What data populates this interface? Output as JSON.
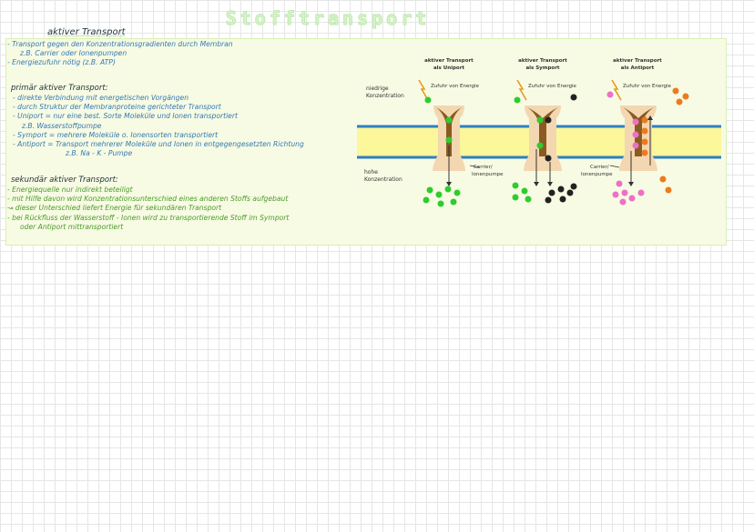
{
  "title": "Stofftransport",
  "section_heading": "aktiver Transport",
  "intro": [
    "- Transport gegen den Konzentrationsgradienten durch Membran",
    "z.B. Carrier oder Ionenpumpen",
    "- Energiezufuhr nötig (z.B. ATP)"
  ],
  "primary": {
    "heading": "primär aktiver Transport:",
    "lines": [
      "- direkte Verbindung mit energetischen Vorgängen",
      "- durch Struktur der Membranproteine gerichteter Transport",
      "- Uniport = nur eine best. Sorte Moleküle und Ionen transportiert",
      "z.B. Wasserstoffpumpe",
      "- Symport = mehrere Moleküle o. Ionensorten transportiert",
      "- Antiport = Transport mehrerer Moleküle und Ionen in entgegengesetzten Richtung",
      "z.B. Na - K - Pumpe"
    ]
  },
  "secondary": {
    "heading": "sekundär aktiver Transport:",
    "lines": [
      "- Energiequelle nur indirekt beteiligt",
      "- mit Hilfe davon wird Konzentrationsunterschied eines anderen Stoffs aufgebaut",
      "↝ dieser Unterschied liefert Energie für sekundären Transport",
      "- bei Rückfluss der Wasserstoff - Ionen wird zu transportierende Stoff im Symport",
      "oder Antiport mittransportiert"
    ]
  },
  "diagram": {
    "low_concentration": [
      "niedrige",
      "Konzentration"
    ],
    "high_concentration": [
      "hohe",
      "Konzentration"
    ],
    "energy_label": "Zufuhr von Energie",
    "carrier_label": [
      "Carrier/",
      "Ionenpumpe"
    ],
    "panels": [
      {
        "title": [
          "aktiver Transport",
          "als Uniport"
        ]
      },
      {
        "title": [
          "aktiver Transport",
          "als Symport"
        ]
      },
      {
        "title": [
          "aktiver Transport",
          "als Antiport"
        ]
      }
    ],
    "colors": {
      "membrane_fill": "#fbf79a",
      "membrane_line": "#2f7fc0",
      "carrier": "#8a5a22",
      "carrier_light": "#f3d7b0",
      "green": "#2ecc2e",
      "black": "#222222",
      "pink": "#ee6fc8",
      "orange": "#ee7a1e",
      "arrow": "#e89a20"
    }
  }
}
